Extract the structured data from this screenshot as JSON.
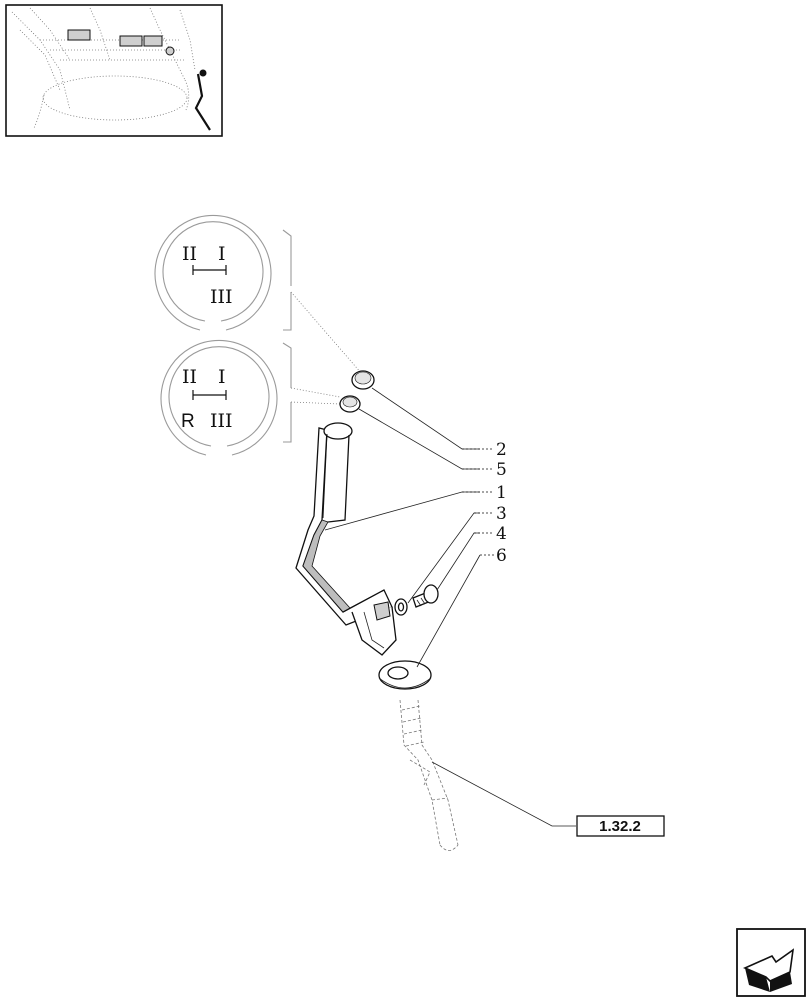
{
  "callouts": [
    {
      "id": "2",
      "label": "2"
    },
    {
      "id": "5",
      "label": "5"
    },
    {
      "id": "1",
      "label": "1"
    },
    {
      "id": "3",
      "label": "3"
    },
    {
      "id": "4",
      "label": "4"
    },
    {
      "id": "6",
      "label": "6"
    }
  ],
  "gear_pattern_a": {
    "top_left": "II",
    "top_right": "I",
    "bottom_right": "III"
  },
  "gear_pattern_b": {
    "top_left": "II",
    "top_right": "I",
    "bottom_left": "R",
    "bottom_right": "III"
  },
  "reference_box": {
    "label": "1.32.2"
  },
  "nav_icon": "next-page-arrow-icon"
}
